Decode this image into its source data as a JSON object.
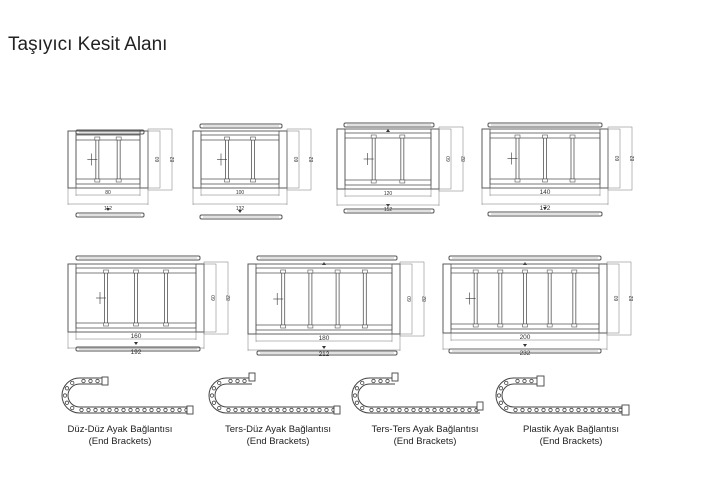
{
  "page": {
    "title": "Taşıyıcı Kesit Alanı"
  },
  "sections": [
    {
      "inner_width": "80",
      "outer_width": "112",
      "inner_height": "60",
      "outer_height": "82"
    },
    {
      "inner_width": "100",
      "outer_width": "132",
      "inner_height": "60",
      "outer_height": "82"
    },
    {
      "inner_width": "120",
      "outer_width": "152",
      "inner_height": "60",
      "outer_height": "82"
    },
    {
      "inner_width": "140",
      "outer_width": "172",
      "inner_height": "60",
      "outer_height": "82"
    },
    {
      "inner_width": "160",
      "outer_width": "192",
      "inner_height": "60",
      "outer_height": "82"
    },
    {
      "inner_width": "180",
      "outer_width": "212",
      "inner_height": "60",
      "outer_height": "82"
    },
    {
      "inner_width": "200",
      "outer_width": "232",
      "inner_height": "60",
      "outer_height": "82"
    }
  ],
  "brackets": [
    {
      "name": "Düz-Düz Ayak Bağlantısı",
      "sub": "(End Brackets)"
    },
    {
      "name": "Ters-Düz Ayak Bağlantısı",
      "sub": "(End Brackets)"
    },
    {
      "name": "Ters-Ters Ayak Bağlantısı",
      "sub": "(End Brackets)"
    },
    {
      "name": "Plastik Ayak Bağlantısı",
      "sub": "(End Brackets)"
    }
  ]
}
